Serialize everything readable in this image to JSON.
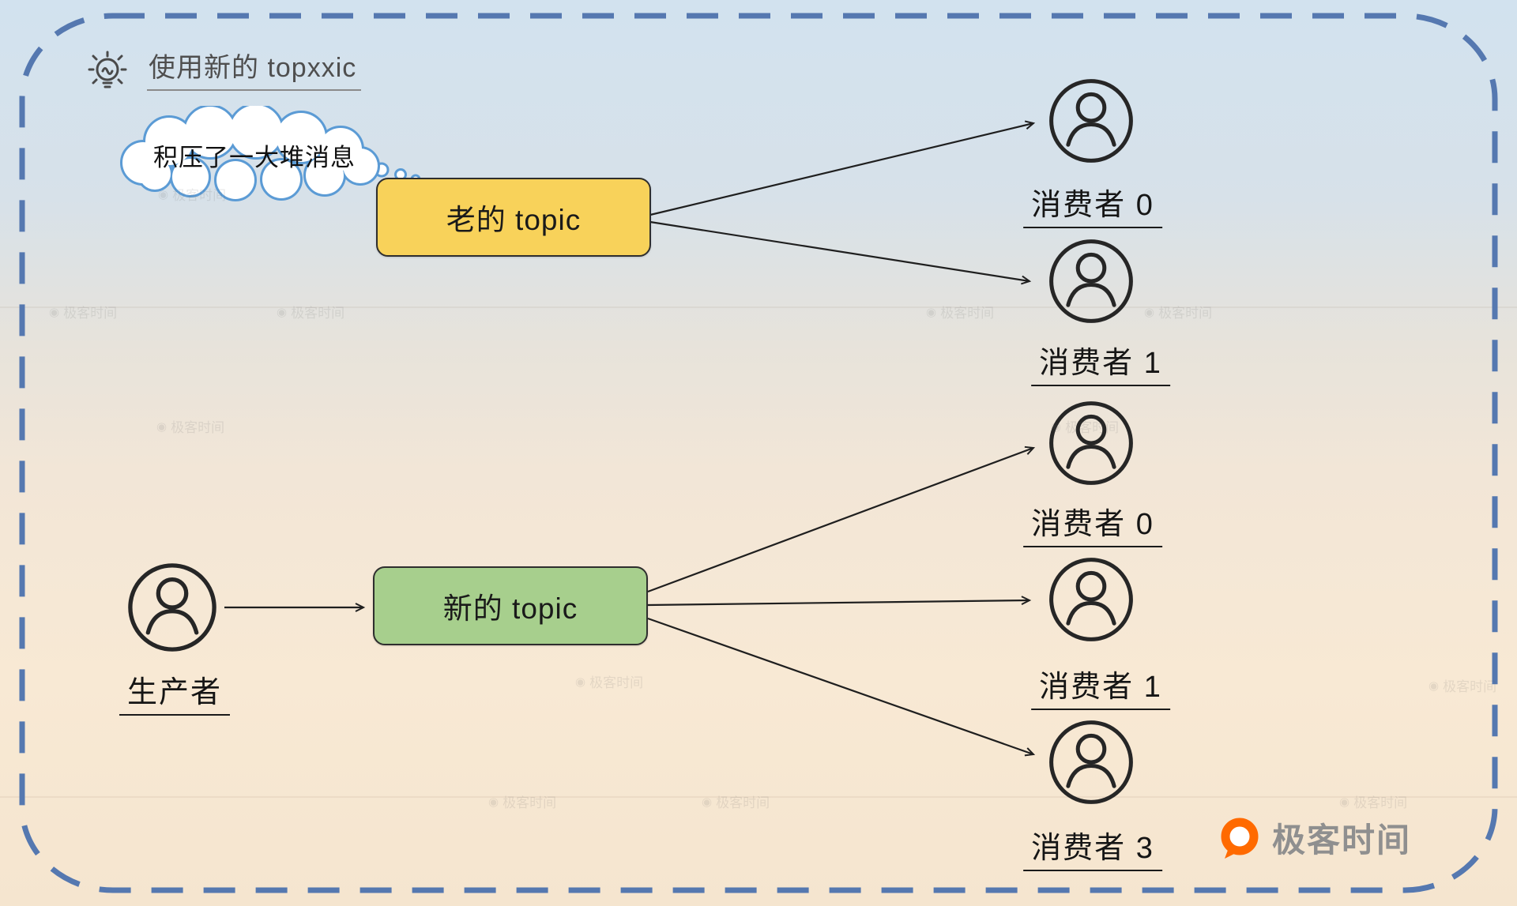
{
  "header": {
    "title": "使用新的 topxxic",
    "icon": "lightbulb-icon"
  },
  "thought_bubble": {
    "text": "积压了一大堆消息"
  },
  "nodes": {
    "old_topic": {
      "label": "老的 topic",
      "fill": "#F8D25A"
    },
    "new_topic": {
      "label": "新的 topic",
      "fill": "#A7CF8D"
    },
    "producer": {
      "label": "生产者",
      "icon": "person-icon"
    },
    "old_consumers": [
      {
        "label": "消费者 0",
        "icon": "person-icon"
      },
      {
        "label": "消费者 1",
        "icon": "person-icon"
      }
    ],
    "new_consumers": [
      {
        "label": "消费者 0",
        "icon": "person-icon"
      },
      {
        "label": "消费者 1",
        "icon": "person-icon"
      },
      {
        "label": "消费者 3",
        "icon": "person-icon"
      }
    ]
  },
  "edges": [
    {
      "from": "old_topic",
      "to": "old_consumer_0"
    },
    {
      "from": "old_topic",
      "to": "old_consumer_1"
    },
    {
      "from": "producer",
      "to": "new_topic"
    },
    {
      "from": "new_topic",
      "to": "new_consumer_0"
    },
    {
      "from": "new_topic",
      "to": "new_consumer_1"
    },
    {
      "from": "new_topic",
      "to": "new_consumer_3"
    }
  ],
  "logo": {
    "text": "极客时间",
    "icon": "geektime-logo-icon"
  },
  "watermark": {
    "icon_glyph": "◉",
    "text": "极客时间"
  },
  "colors": {
    "border_dashed": "#5578B0",
    "cloud_stroke": "#5B9BD5",
    "old_topic_fill": "#F8D25A",
    "new_topic_fill": "#A7CF8D",
    "logo_orange": "#FF6A00",
    "bg_top": "#D2E2EF",
    "bg_bottom": "#F5E5CF"
  }
}
